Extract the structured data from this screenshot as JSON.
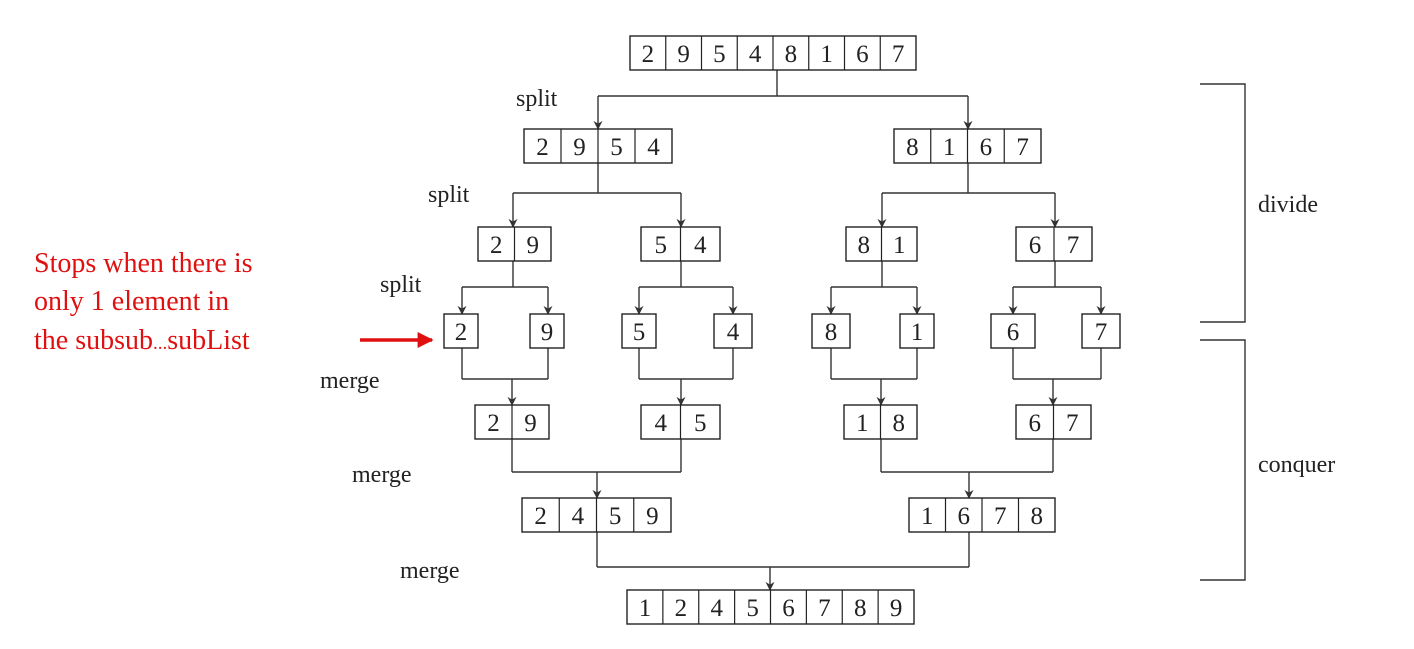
{
  "colors": {
    "ink": "#222222",
    "note": "#e01010"
  },
  "arrays": {
    "root": [
      "2",
      "9",
      "5",
      "4",
      "8",
      "1",
      "6",
      "7"
    ],
    "split1_left": [
      "2",
      "9",
      "5",
      "4"
    ],
    "split1_right": [
      "8",
      "1",
      "6",
      "7"
    ],
    "split2_a": [
      "2",
      "9"
    ],
    "split2_b": [
      "5",
      "4"
    ],
    "split2_c": [
      "8",
      "1"
    ],
    "split2_d": [
      "6",
      "7"
    ],
    "single_1": [
      "2"
    ],
    "single_2": [
      "9"
    ],
    "single_3": [
      "5"
    ],
    "single_4": [
      "4"
    ],
    "single_5": [
      "8"
    ],
    "single_6": [
      "1"
    ],
    "single_7": [
      "6"
    ],
    "single_8": [
      "7"
    ],
    "merge1_a": [
      "2",
      "9"
    ],
    "merge1_b": [
      "4",
      "5"
    ],
    "merge1_c": [
      "1",
      "8"
    ],
    "merge1_d": [
      "6",
      "7"
    ],
    "merge2_left": [
      "2",
      "4",
      "5",
      "9"
    ],
    "merge2_right": [
      "1",
      "6",
      "7",
      "8"
    ],
    "result": [
      "1",
      "2",
      "4",
      "5",
      "6",
      "7",
      "8",
      "9"
    ]
  },
  "labels": {
    "split": "split",
    "merge": "merge",
    "divide": "divide",
    "conquer": "conquer"
  },
  "annotation": {
    "lines": [
      "Stops when there is",
      "only 1 element in",
      "the subsub",
      "...",
      "subList"
    ]
  },
  "icons": {
    "arrow": "arrow-down-icon",
    "pointer": "arrow-right-icon"
  }
}
